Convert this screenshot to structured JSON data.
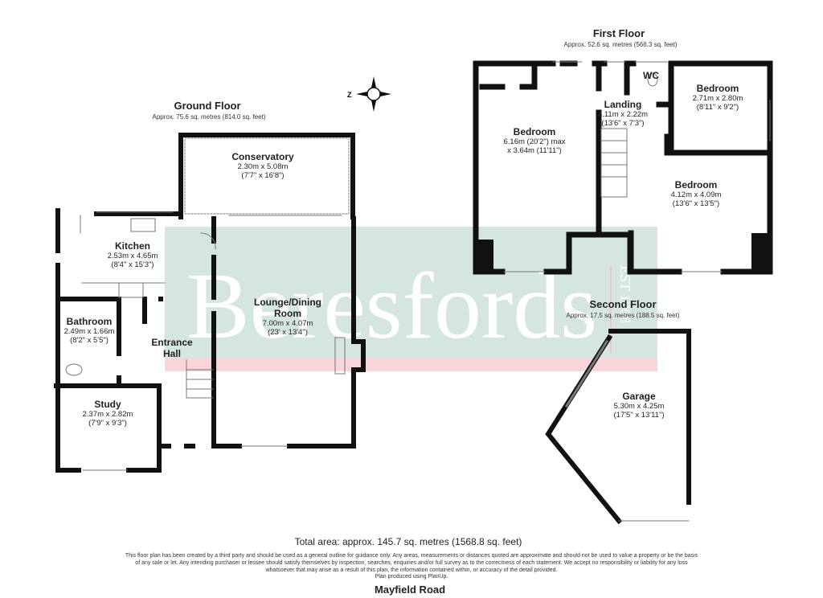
{
  "brand": {
    "watermark": "Beresfords",
    "established": "EST 1968",
    "watermark_color": "#d5e6df",
    "accent_strip_color": "#f7d5d9"
  },
  "compass": {
    "label": "Z",
    "icon": "compass-icon"
  },
  "ground_floor": {
    "title": "Ground Floor",
    "area": "Approx. 75.6 sq. metres (814.0 sq. feet)",
    "rooms": [
      {
        "name": "Conservatory",
        "metric": "2.30m x 5.08m",
        "imperial": "(7'7\" x 16'8\")"
      },
      {
        "name": "Kitchen",
        "metric": "2.53m x 4.65m",
        "imperial": "(8'4\" x 15'3\")"
      },
      {
        "name": "Lounge/Dining Room",
        "metric": "7.00m x 4.07m",
        "imperial": "(23' x 13'4\")"
      },
      {
        "name": "Bathroom",
        "metric": "2.49m x 1.66m",
        "imperial": "(8'2\" x 5'5\")"
      },
      {
        "name": "Entrance Hall"
      },
      {
        "name": "Study",
        "metric": "2.37m x 2.82m",
        "imperial": "(7'9\" x 9'3\")"
      }
    ]
  },
  "first_floor": {
    "title": "First Floor",
    "area": "Approx. 52.6 sq. metres (566.3 sq. feet)",
    "rooms": [
      {
        "name": "Bedroom",
        "metric": "6.16m (20'2\") max",
        "imperial": "x 3.64m (11'11\")"
      },
      {
        "name": "WC"
      },
      {
        "name": "Landing",
        "metric": "4.11m x 2.22m",
        "imperial": "(13'6\" x 7'3\")"
      },
      {
        "name": "Bedroom",
        "metric": "2.71m x 2.80m",
        "imperial": "(8'11\" x 9'2\")"
      },
      {
        "name": "Bedroom",
        "metric": "4.12m x 4.09m",
        "imperial": "(13'6\" x 13'5\")"
      }
    ]
  },
  "second_floor": {
    "title": "Second Floor",
    "area": "Approx. 17.5 sq. metres (188.5 sq. feet)",
    "rooms": [
      {
        "name": "Garage",
        "metric": "5.30m x 4.25m",
        "imperial": "(17'5\" x 13'11\")"
      }
    ]
  },
  "footer": {
    "total_area": "Total area: approx. 145.7 sq. metres (1568.8 sq. feet)",
    "disclaimer": "This floor plan has been created by a third party and should be used as a general outline for guidance only. Any areas, measurements or distances quoted are approximate and should not be used to value a property or be the basis of any sale or let. Any intending purchaser or lessee should satisfy themselves by inspection, searches, enquiries and/or full survey as to the correctness of each statement. We accept no responsibility or liability for any loss whatsoever that may arise as a result of this plan, the information contained within, or accuracy of the detail provided.",
    "credit": "Plan produced using PlanUp.",
    "street": "Mayfield Road"
  }
}
